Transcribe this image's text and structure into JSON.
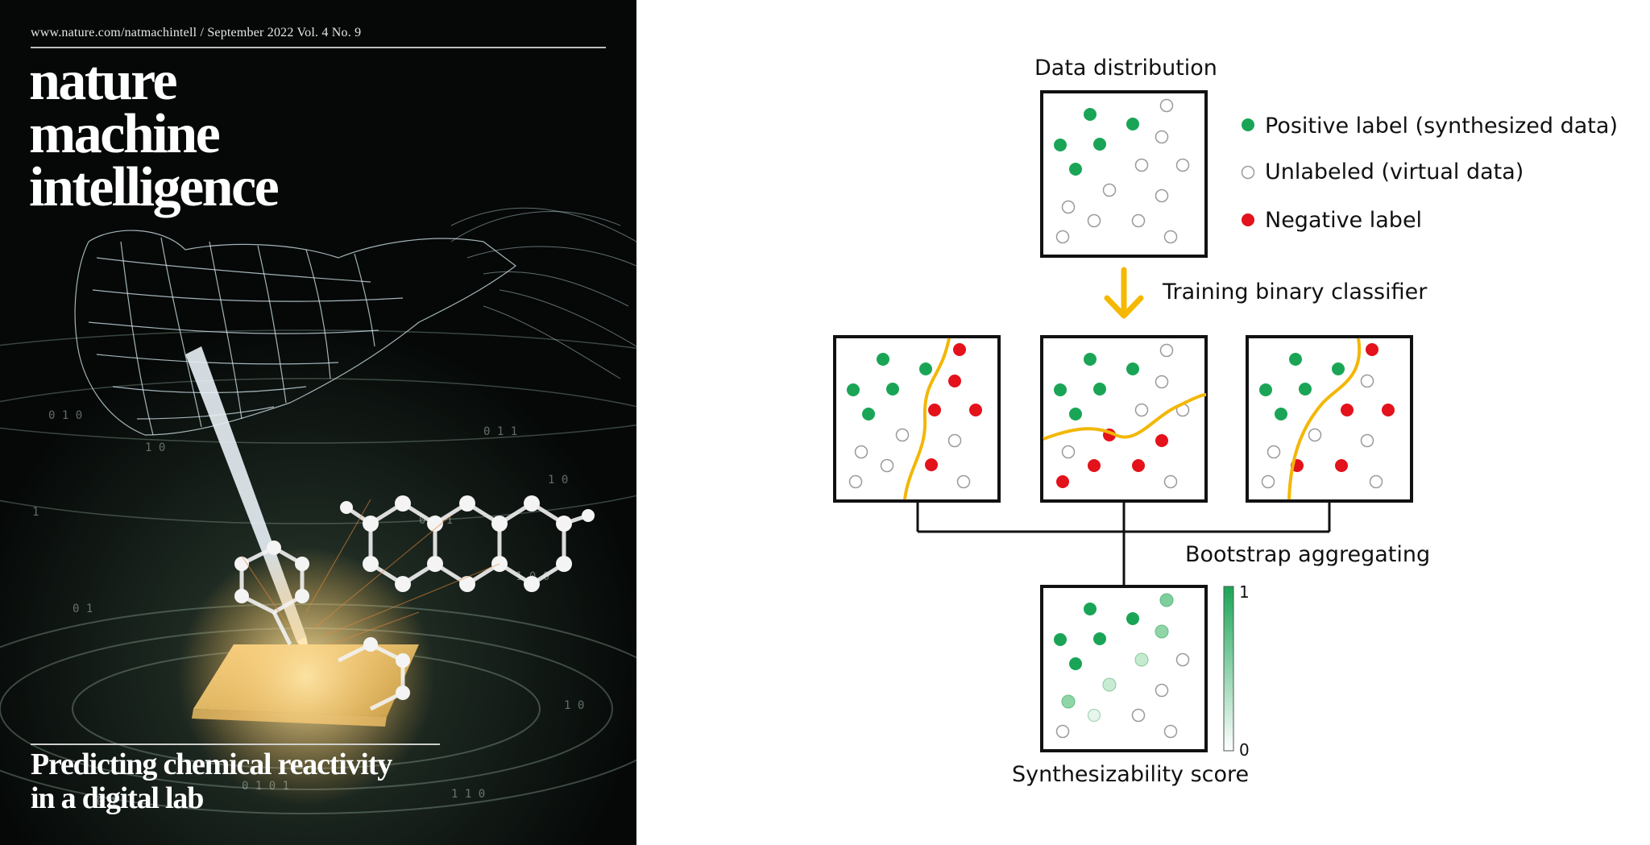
{
  "cover": {
    "url_line": "www.nature.com/natmachintell / September 2022 Vol. 4 No. 9",
    "title_lines": [
      "nature",
      "machine",
      "intelligence"
    ],
    "headline_lines": [
      "Predicting chemical reactivity",
      "in a digital lab"
    ]
  },
  "diagram": {
    "labels": {
      "data_distribution": "Data distribution",
      "training": "Training binary classifier",
      "bagging": "Bootstrap aggregating",
      "score": "Synthesizability score"
    },
    "legend": [
      {
        "text": "Positive label (synthesized data)",
        "marker": "positive"
      },
      {
        "text": "Unlabeled (virtual data)",
        "marker": "unlabeled"
      },
      {
        "text": "Negative label",
        "marker": "negative"
      }
    ],
    "colorbar": {
      "max_label": "1",
      "min_label": "0"
    },
    "colors": {
      "positive": "#1aa556",
      "negative": "#e3121b",
      "unlabeled_stroke": "#9a9a9a",
      "arrow": "#f5b800",
      "boundary": "#f2b705",
      "score_high": "#1aa556"
    }
  }
}
